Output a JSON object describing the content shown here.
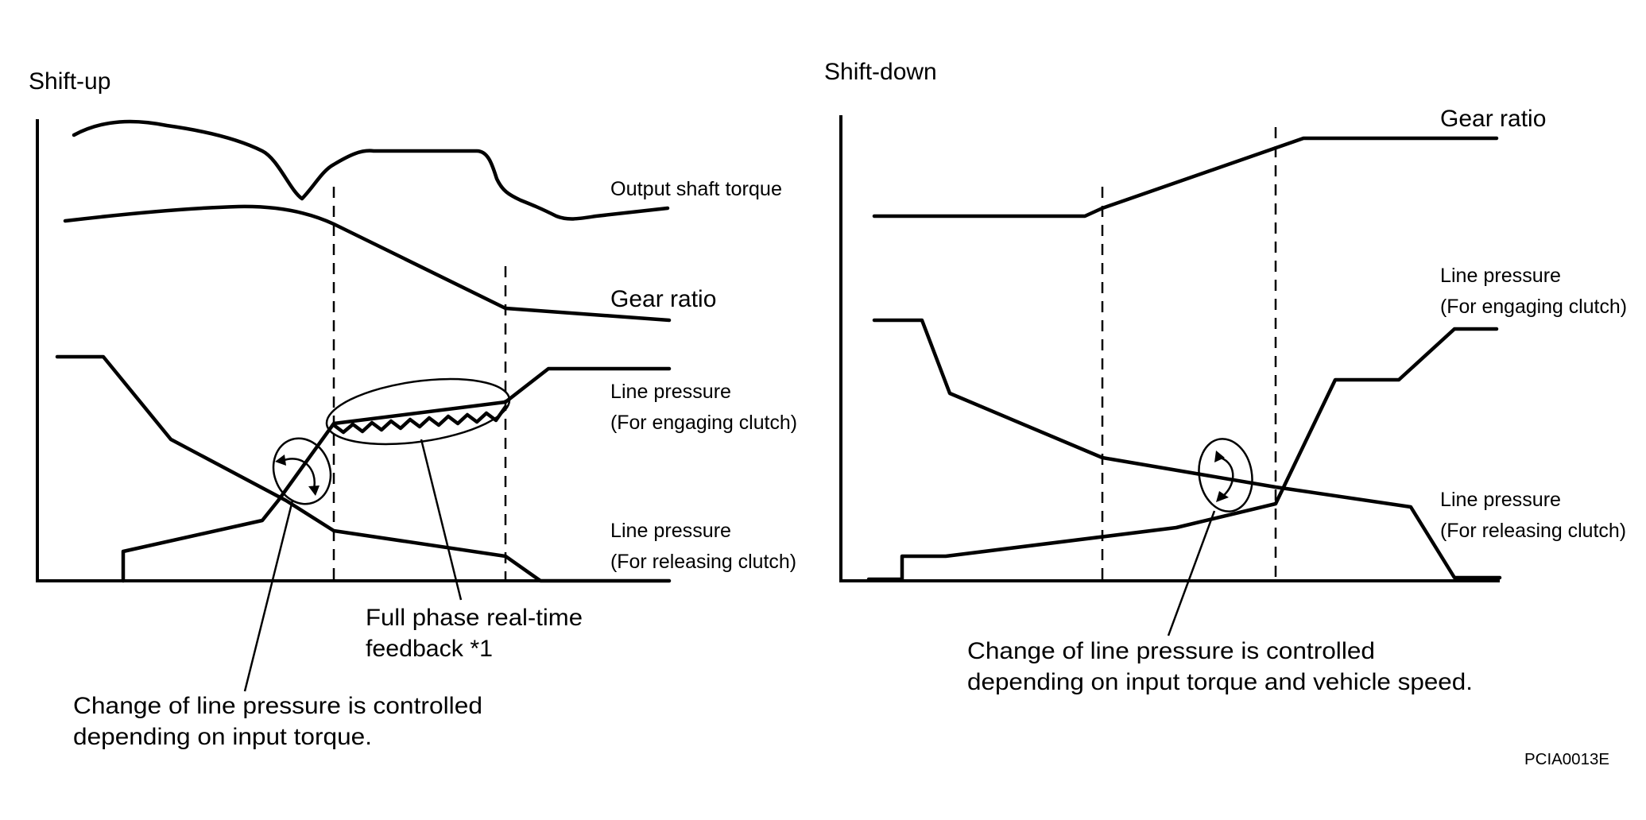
{
  "shift_up": {
    "title": "Shift-up",
    "output_shaft_torque": "Output shaft torque",
    "gear_ratio": "Gear ratio",
    "line_pressure_engaging": [
      "Line pressure",
      "(For engaging clutch)"
    ],
    "line_pressure_releasing": [
      "Line pressure",
      "(For releasing clutch)"
    ],
    "feedback_note": [
      "Full phase real-time",
      "feedback *1"
    ],
    "control_note": [
      "Change of line pressure is controlled",
      "depending on input torque."
    ]
  },
  "shift_down": {
    "title": "Shift-down",
    "gear_ratio": "Gear ratio",
    "line_pressure_engaging": [
      "Line pressure",
      "(For engaging clutch)"
    ],
    "line_pressure_releasing": [
      "Line pressure",
      "(For releasing clutch)"
    ],
    "control_note": [
      "Change of line pressure is controlled",
      "depending on input torque and vehicle speed."
    ]
  },
  "figure_code": "PCIA0013E"
}
